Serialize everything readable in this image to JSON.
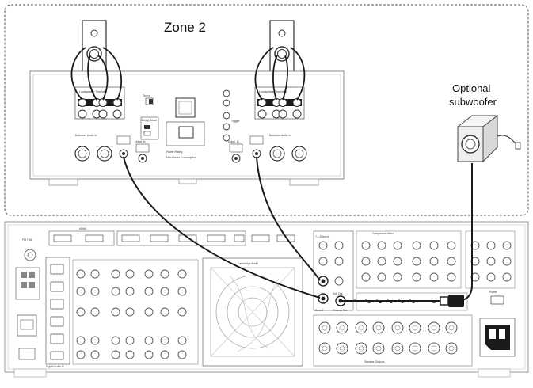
{
  "zone_label": "Zone 2",
  "subwoofer_label": {
    "line1": "Optional",
    "line2": "subwoofer"
  },
  "amplifier_panel": {
    "speaker_terminals_left": "Loudspeaker Terminals",
    "speaker_terminals_right": "Loudspeaker Terminals",
    "power_rating": "Power Rating",
    "max_power": "Max Power Consumption",
    "balanced_in_left": "Balanced Audio In",
    "balanced_in_right": "Balanced Audio In",
    "trigger": "Trigger",
    "direct": "Direct",
    "bridge_mode": "Bridge Mode",
    "unbalanced_left": "Unbal. In",
    "unbalanced_right": "Unbal. In"
  },
  "receiver_panel": {
    "brand": "Cambridge Audio",
    "fm_label": "FM 75Ω",
    "hdmi_label": "HDMI",
    "component_label": "Component Video",
    "multichannel_label": "7.1 Direct In",
    "preamp_out_label": "Preamp Out",
    "sub_out_label": "Sub Out",
    "zone2_label": "Zone 2",
    "speaker_label": "Speaker Outputs",
    "digital_label": "Digital Audio In",
    "power_label": "Power"
  },
  "colors": {
    "background": "#ffffff",
    "panel_stroke": "#8a8a8a",
    "cable": "#1a1a1a",
    "dashed_border": "#555555",
    "subwoofer_face": "#eeeeee"
  }
}
